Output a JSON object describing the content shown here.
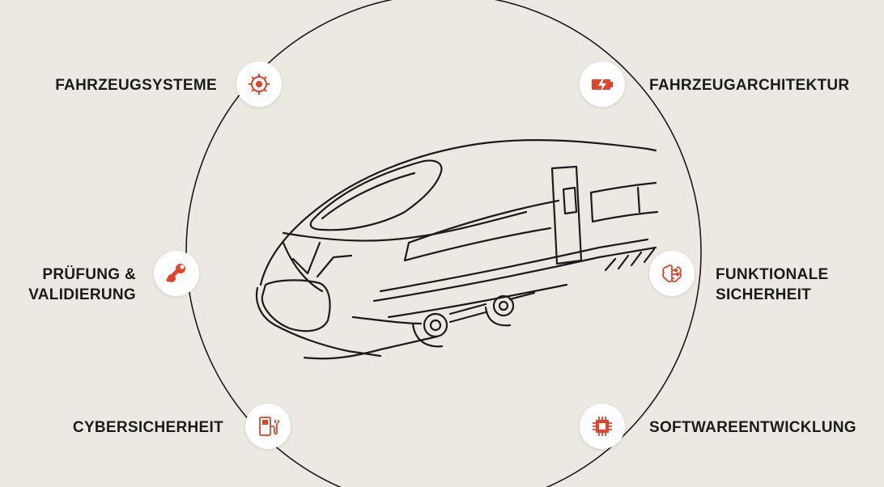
{
  "colors": {
    "background": "#ece9e3",
    "accent": "#e0452b",
    "line": "#1b1b1b",
    "node_fill": "#ffffff"
  },
  "nodes": [
    {
      "id": "fahrzeugsysteme",
      "lines": [
        "FAHRZEUGSYSTEME"
      ],
      "icon": "gear-icon"
    },
    {
      "id": "fahrzeugarchitektur",
      "lines": [
        "FAHRZEUGARCHITEKTUR"
      ],
      "icon": "battery-charging-icon"
    },
    {
      "id": "pruefung",
      "lines": [
        "PRÜFUNG &",
        "VALIDIERUNG"
      ],
      "icon": "wrench-icon"
    },
    {
      "id": "funktionale",
      "lines": [
        "FUNKTIONALE",
        "SICHERHEIT"
      ],
      "icon": "brain-circuit-icon"
    },
    {
      "id": "cyber",
      "lines": [
        "CYBERSICHERHEIT"
      ],
      "icon": "charging-station-icon"
    },
    {
      "id": "software",
      "lines": [
        "SOFTWAREENTWICKLUNG"
      ],
      "icon": "chip-icon"
    }
  ]
}
